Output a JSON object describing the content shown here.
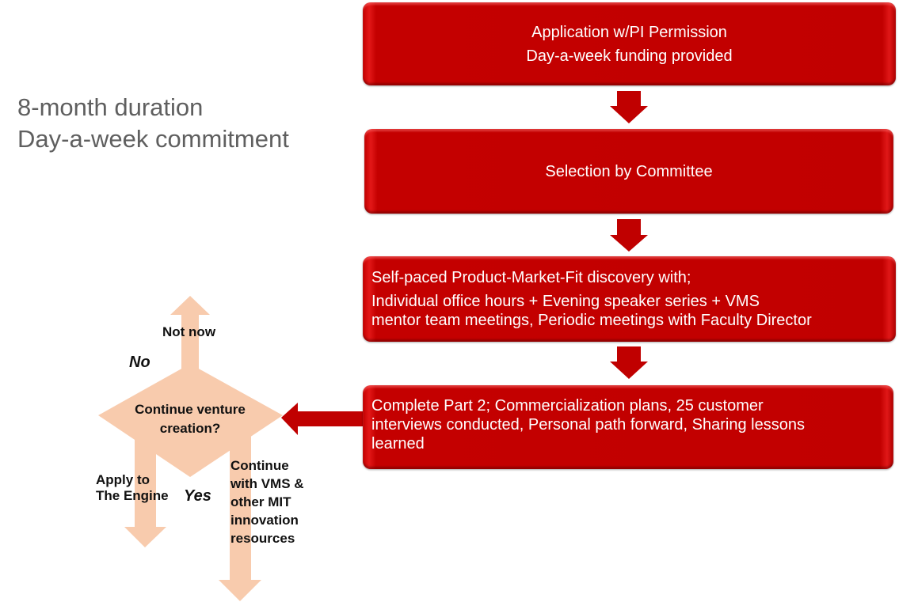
{
  "side_note": {
    "line1": "8-month duration",
    "line2": "Day-a-week commitment"
  },
  "steps": [
    {
      "lines": [
        "Application w/PI Permission",
        "Day-a-week funding provided"
      ]
    },
    {
      "lines": [
        "Selection by Committee"
      ]
    },
    {
      "lines": [
        "Self-paced Product-Market-Fit  discovery with;",
        "Individual office hours + Evening speaker series + VMS",
        "mentor team meetings, Periodic meetings with Faculty Director"
      ]
    },
    {
      "lines": [
        "Complete Part 2; Commercialization plans, 25 customer",
        "interviews conducted, Personal path forward, Sharing lessons",
        "learned"
      ]
    }
  ],
  "decision": {
    "question_line1": "Continue venture",
    "question_line2": "creation?",
    "no_label": "No",
    "yes_label": "Yes",
    "not_now": "Not now",
    "apply_line1": "Apply to",
    "apply_line2": "The Engine",
    "continue_lines": [
      "Continue",
      "with VMS &",
      "other MIT",
      "innovation",
      "resources"
    ]
  },
  "colors": {
    "step_fill": "#c40000",
    "step_text": "#ffffff",
    "flow_arrow": "#c00000",
    "decision_fill": "#f8cbad",
    "side_note_text": "#5f5f5f",
    "label_text": "#111111"
  }
}
